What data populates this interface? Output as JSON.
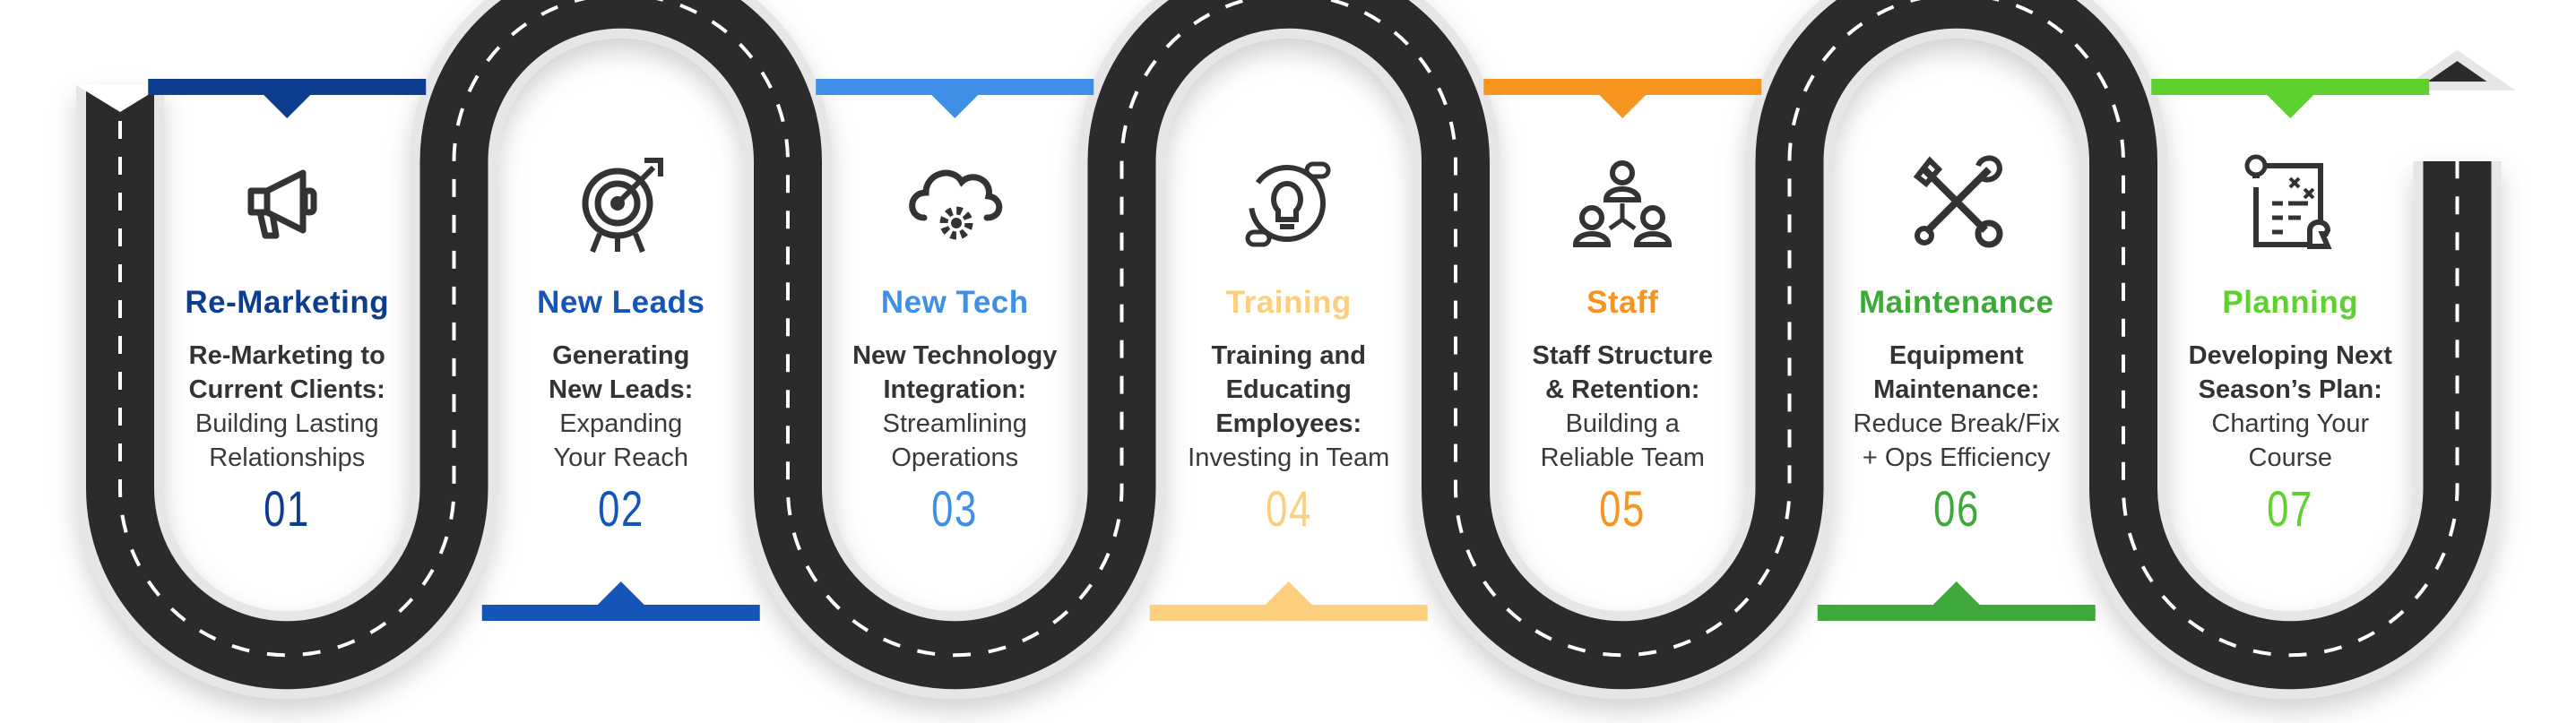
{
  "colors": {
    "road": "#2b2b2b",
    "road_edge": "#e6e6e6",
    "lane_marks": "#ffffff",
    "shadow": "#d9d9d9"
  },
  "stages": [
    {
      "title": "Re-Marketing",
      "desc_bold": [
        "Re-Marketing to",
        "Current Clients:"
      ],
      "desc": [
        "Building Lasting",
        "Relationships"
      ],
      "number": "01",
      "color": "#0d3d8f",
      "marker": "top",
      "icon": "megaphone-icon"
    },
    {
      "title": "New Leads",
      "desc_bold": [
        "Generating",
        "New Leads:"
      ],
      "desc": [
        "Expanding",
        "Your Reach"
      ],
      "number": "02",
      "color": "#1655b8",
      "marker": "bottom",
      "icon": "target-arrow-icon"
    },
    {
      "title": "New Tech",
      "desc_bold": [
        "New Technology",
        "Integration:"
      ],
      "desc": [
        "Streamlining",
        "Operations"
      ],
      "number": "03",
      "color": "#3f8fe6",
      "marker": "top",
      "icon": "cloud-gear-icon"
    },
    {
      "title": "Training",
      "desc_bold": [
        "Training and",
        "Educating",
        "Employees:"
      ],
      "desc": [
        "Investing in Team"
      ],
      "number": "04",
      "color": "#fbcf7e",
      "marker": "bottom",
      "icon": "lightbulb-ideas-icon"
    },
    {
      "title": "Staff",
      "desc_bold": [
        "Staff Structure",
        "& Retention:"
      ],
      "desc": [
        "Building a",
        "Reliable Team"
      ],
      "number": "05",
      "color": "#f7941d",
      "marker": "top",
      "icon": "team-structure-icon"
    },
    {
      "title": "Maintenance",
      "desc_bold": [
        "Equipment",
        "Maintenance:"
      ],
      "desc": [
        "Reduce Break/Fix",
        "+ Ops Efficiency"
      ],
      "number": "06",
      "color": "#3ea93a",
      "marker": "bottom",
      "icon": "wrench-screwdriver-icon"
    },
    {
      "title": "Planning",
      "desc_bold": [
        "Developing Next",
        "Season’s Plan:"
      ],
      "desc": [
        "Charting Your",
        "Course"
      ],
      "number": "07",
      "color": "#5ed12f",
      "marker": "top",
      "icon": "strategy-plan-icon"
    }
  ]
}
